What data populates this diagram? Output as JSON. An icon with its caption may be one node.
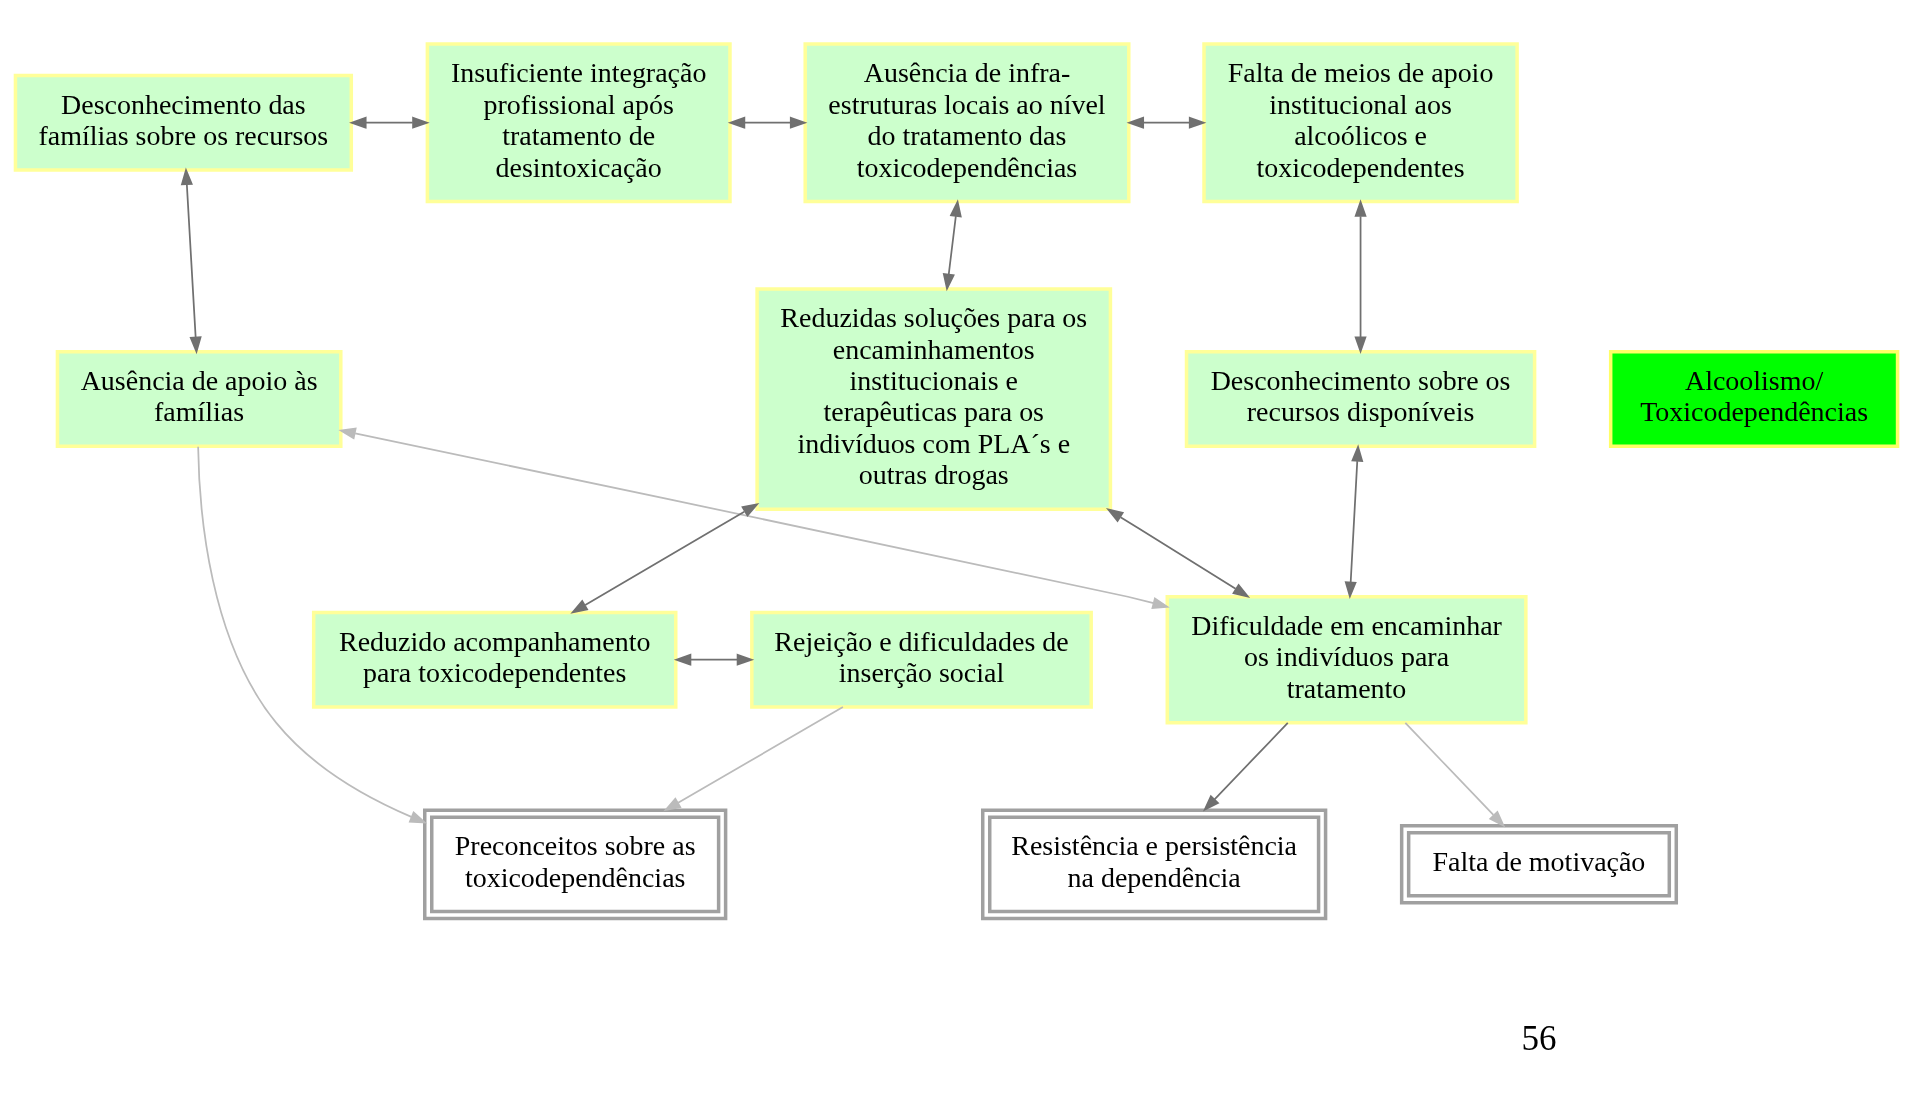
{
  "diagram": {
    "nodes": [
      {
        "text": [
          "Desconhecimento das famílias sobre os recursos"
        ]
      },
      {
        "text": [
          "Insuficiente integração profissional após tratamento de desintoxicação"
        ]
      },
      {
        "text": [
          "Ausência de infra-estruturas locais ao nível do tratamento das toxicodependências"
        ]
      },
      {
        "text": [
          "Falta de meios de apoio institucional aos alcoólicos e toxicodependentes"
        ]
      },
      {
        "text": [
          "Ausência de apoio às famílias"
        ]
      },
      {
        "text": [
          "Reduzidas soluções para os encaminhamentos institucionais e terapêuticas para os indivíduos com PLA´s e outras drogas"
        ]
      },
      {
        "text": [
          "Alcoolismo/ Toxicodependências"
        ]
      },
      {
        "text": [
          "Desconhecimento sobre os recursos disponíveis"
        ]
      },
      {
        "text": [
          "Reduzido acompanhamento para toxicodependentes"
        ]
      },
      {
        "text": [
          "Rejeição e dificuldades de inserção social"
        ]
      },
      {
        "text": [
          "Dificuldade em encaminhar os indivíduos para tratamento"
        ]
      },
      {
        "text": [
          "Preconceitos sobre as toxicodependências"
        ]
      },
      {
        "text": [
          "Resistência e persistência na dependência"
        ]
      },
      {
        "text": [
          "Falta de motivação"
        ]
      }
    ],
    "edges": [
      {
        "from": 0,
        "to": 1,
        "arrow": "both"
      },
      {
        "from": 1,
        "to": 2,
        "arrow": "both"
      },
      {
        "from": 2,
        "to": 3,
        "arrow": "both"
      },
      {
        "from": 0,
        "to": 4,
        "arrow": "both"
      },
      {
        "from": 2,
        "to": 5,
        "arrow": "both"
      },
      {
        "from": 3,
        "to": 7,
        "arrow": "both"
      },
      {
        "from": 5,
        "to": 8,
        "arrow": "both"
      },
      {
        "from": 8,
        "to": 9,
        "arrow": "both"
      },
      {
        "from": 5,
        "to": 10,
        "arrow": "both"
      },
      {
        "from": 7,
        "to": 10,
        "arrow": "both"
      },
      {
        "from": 4,
        "to": 10,
        "arrow": "both",
        "color": "#bbbbbb"
      },
      {
        "from": 4,
        "to": 11,
        "arrow": "to",
        "color": "#bbbbbb"
      },
      {
        "from": 9,
        "to": 11,
        "arrow": "to",
        "color": "#bbbbbb"
      },
      {
        "from": 10,
        "to": 12,
        "arrow": "to"
      },
      {
        "from": 10,
        "to": 13,
        "arrow": "to",
        "color": "#bbbbbb"
      }
    ],
    "labels": [
      "56"
    ]
  }
}
